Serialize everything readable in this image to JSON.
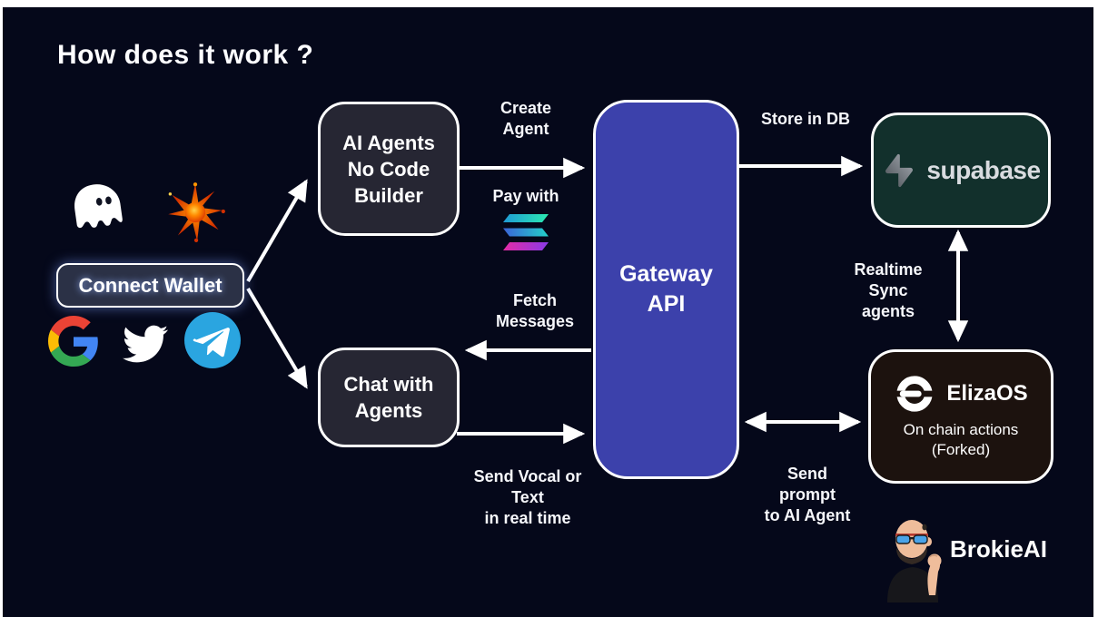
{
  "title": "How does it work ?",
  "wallet": {
    "connect_label": "Connect Wallet",
    "icons": [
      "phantom-ghost",
      "solflare-star",
      "google",
      "twitter",
      "telegram"
    ]
  },
  "nodes": {
    "builder": "AI Agents\nNo Code\nBuilder",
    "chat": "Chat with\nAgents",
    "gateway": "Gateway\nAPI",
    "supabase": "supabase",
    "eliza_title": "ElizaOS",
    "eliza_sub": "On chain actions\n(Forked)"
  },
  "labels": {
    "create_agent": "Create\nAgent",
    "pay_with": "Pay with",
    "store_in_db": "Store in DB",
    "fetch_messages": "Fetch\nMessages",
    "send_vocal": "Send Vocal or\nText\nin real time",
    "realtime_sync": "Realtime\nSync\nagents",
    "send_prompt": "Send\nprompt\nto AI Agent"
  },
  "footer": {
    "brand": "BrokieAI"
  },
  "icon_names": [
    "phantom-icon",
    "solflare-icon",
    "google-icon",
    "twitter-icon",
    "telegram-icon",
    "solana-icon",
    "supabase-logo-icon",
    "elizaos-logo-icon",
    "brokieai-avatar"
  ],
  "colors": {
    "bg": "#05081a",
    "panel": "#262633",
    "gateway": "#3c41ab",
    "supabase": "#12302c",
    "eliza": "#1c120e",
    "connect": "#2b3146",
    "arrow": "#ffffff"
  }
}
